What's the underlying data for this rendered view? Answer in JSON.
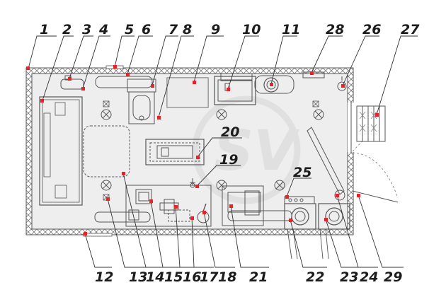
{
  "diagram": {
    "callouts_top": [
      "1",
      "2",
      "3",
      "4",
      "5",
      "6",
      "7",
      "8",
      "9",
      "10",
      "11",
      "28",
      "26",
      "27"
    ],
    "callouts_right": [
      "20",
      "19",
      "25"
    ],
    "callouts_bottom": [
      "12",
      "13",
      "14",
      "15",
      "16",
      "17",
      "18",
      "21",
      "22",
      "23",
      "24",
      "29"
    ]
  },
  "colors": {
    "ink": "#1c1c1c",
    "line": "#555555",
    "floor": "#eeeeee",
    "marker": "#e0262b",
    "watermark": "#d5d5d5"
  }
}
